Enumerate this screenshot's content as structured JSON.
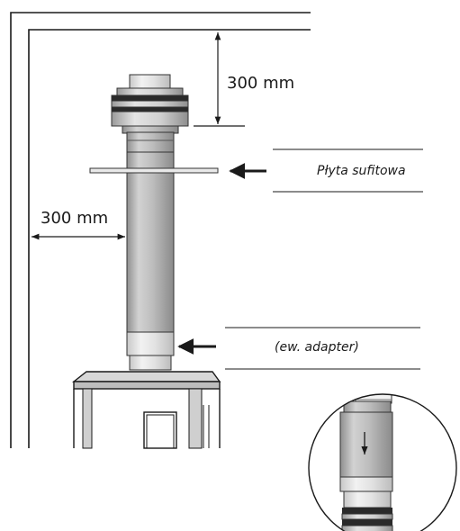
{
  "dimensions": {
    "top_clearance": "300 mm",
    "side_clearance": "300 mm"
  },
  "labels": {
    "ceiling_plate": "Płyta sufitowa",
    "adapter": "(ew. adapter)"
  },
  "colors": {
    "line": "#1a1a1a",
    "pipe_light": "#e6e6e6",
    "pipe_mid": "#b9b9b9",
    "pipe_dark": "#8c8c8c"
  }
}
